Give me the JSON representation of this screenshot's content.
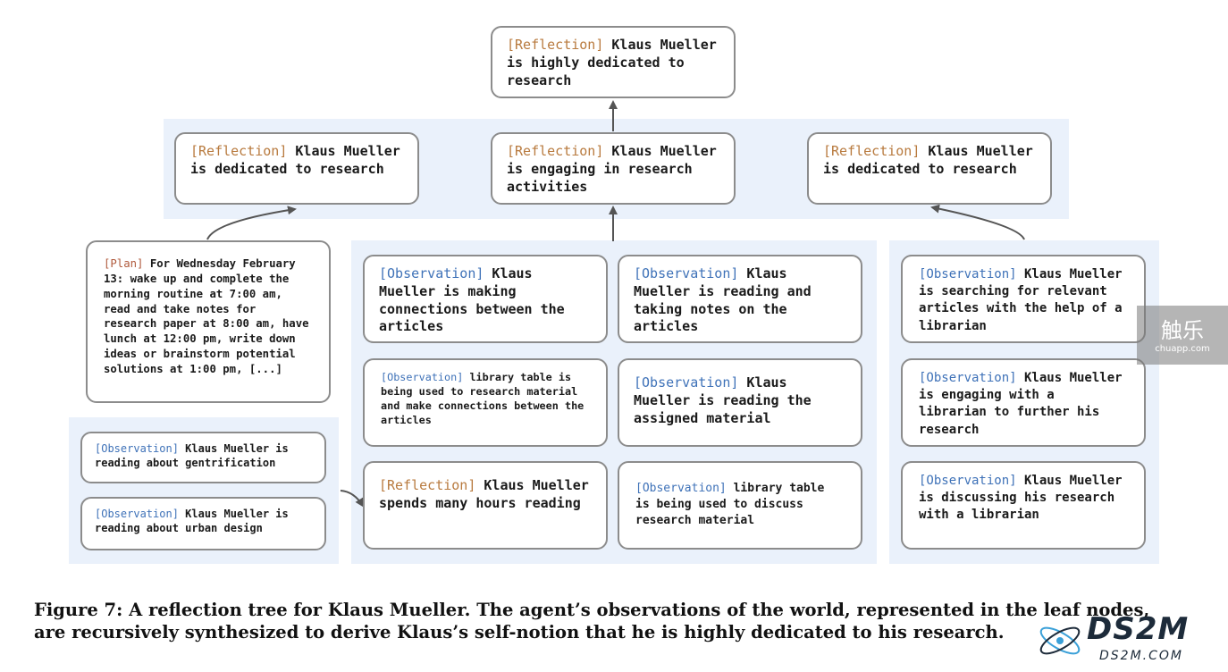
{
  "nodes": {
    "root": {
      "tag": "[Reflection]",
      "text": " Klaus Mueller is highly dedicated to research"
    },
    "refl_left": {
      "tag": "[Reflection]",
      "text": " Klaus Mueller is dedicated to research"
    },
    "refl_mid": {
      "tag": "[Reflection]",
      "text": " Klaus Mueller is engaging in research activities"
    },
    "refl_right": {
      "tag": "[Reflection]",
      "text": " Klaus Mueller is dedicated to research"
    },
    "plan": {
      "tag": "[Plan]",
      "text": " For Wednesday February 13: wake up and complete the morning routine at 7:00 am, read and take notes for research paper at 8:00 am, have lunch at 12:00 pm, write down ideas or brainstorm potential solutions at 1:00 pm, [...]"
    },
    "obs_gentrification": {
      "tag": "[Observation]",
      "text": " Klaus Mueller is reading about gentrification"
    },
    "obs_urban": {
      "tag": "[Observation]",
      "text": " Klaus Mueller is reading about urban design"
    },
    "obs_connections": {
      "tag": "[Observation]",
      "text": " Klaus Mueller is making connections between the articles"
    },
    "obs_notes": {
      "tag": "[Observation]",
      "text": " Klaus Mueller is reading and taking notes on the articles"
    },
    "obs_table_connections": {
      "tag": "[Observation]",
      "text": " library table is being used to research material and make connections between the articles"
    },
    "obs_assigned": {
      "tag": "[Observation]",
      "text": " Klaus Mueller is reading the assigned material"
    },
    "refl_hours": {
      "tag": "[Reflection]",
      "text": " Klaus Mueller spends many hours reading"
    },
    "obs_table_discuss": {
      "tag": "[Observation]",
      "text": " library table is being used to discuss research material"
    },
    "obs_searching": {
      "tag": "[Observation]",
      "text": " Klaus Mueller is searching for relevant articles with the help of a librarian"
    },
    "obs_librarian_further": {
      "tag": "[Observation]",
      "text": " Klaus Mueller is engaging with a librarian to further his research"
    },
    "obs_discussing": {
      "tag": "[Observation]",
      "text": " Klaus Mueller is discussing his research with a librarian"
    }
  },
  "caption": "Figure 7: A reflection tree for Klaus Mueller. The agent’s observations of the world, represented in the leaf nodes, are recursively synthesized to derive Klaus’s self-notion that he is highly dedicated to his research.",
  "watermarks": {
    "chuapp_main": "触乐",
    "chuapp_sub": "chuapp.com",
    "ds2m_main": "DS2M",
    "ds2m_sub": "DS2M.COM"
  },
  "colors": {
    "reflection_tag": "#b87a3e",
    "observation_tag": "#3f72b8",
    "plan_tag": "#b05a3c",
    "panel": "#eaf1fb",
    "node_border": "#8c8c8c",
    "arrow": "#555555"
  }
}
